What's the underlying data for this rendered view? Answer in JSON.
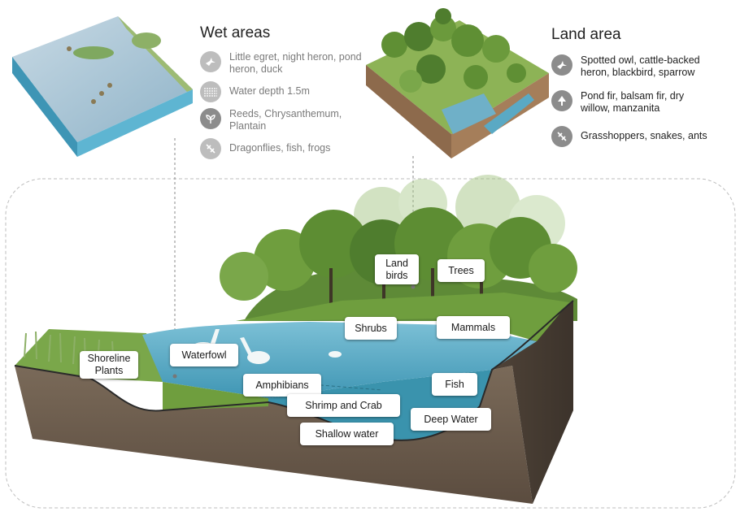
{
  "wet_areas": {
    "heading": "Wet areas",
    "items": [
      {
        "icon": "bird-icon",
        "text": "Little egret, night heron, pond heron, duck"
      },
      {
        "icon": "water-depth-icon",
        "text": "Water depth 1.5m"
      },
      {
        "icon": "plant-icon",
        "text": "Reeds, Chrysanthemum, Plantain"
      },
      {
        "icon": "dragonfly-icon",
        "text": "Dragonflies, fish, frogs"
      }
    ]
  },
  "land_area": {
    "heading": "Land area",
    "items": [
      {
        "icon": "bird-icon",
        "text": "Spotted owl, cattle-backed heron, blackbird, sparrow"
      },
      {
        "icon": "tree-icon",
        "text": "Pond fir, balsam fir, dry willow, manzanita"
      },
      {
        "icon": "insect-icon",
        "text": "Grasshoppers, snakes, ants"
      }
    ]
  },
  "callouts": {
    "land_birds": "Land\nbirds",
    "trees": "Trees",
    "shrubs": "Shrubs",
    "mammals": "Mammals",
    "shoreline_plants": "Shoreline\nPlants",
    "waterfowl": "Waterfowl",
    "amphibians": "Amphibians",
    "fish": "Fish",
    "shrimp_and_crab": "Shrimp and Crab",
    "deep_water": "Deep Water",
    "shallow_water": "Shallow water"
  },
  "colors": {
    "water": "#5aa9c4",
    "deep_water": "#2f8aa8",
    "grass": "#7aa74a",
    "tree": "#4f7d2e",
    "soil": "#6b5a49",
    "soil_dark": "#4d4035"
  }
}
